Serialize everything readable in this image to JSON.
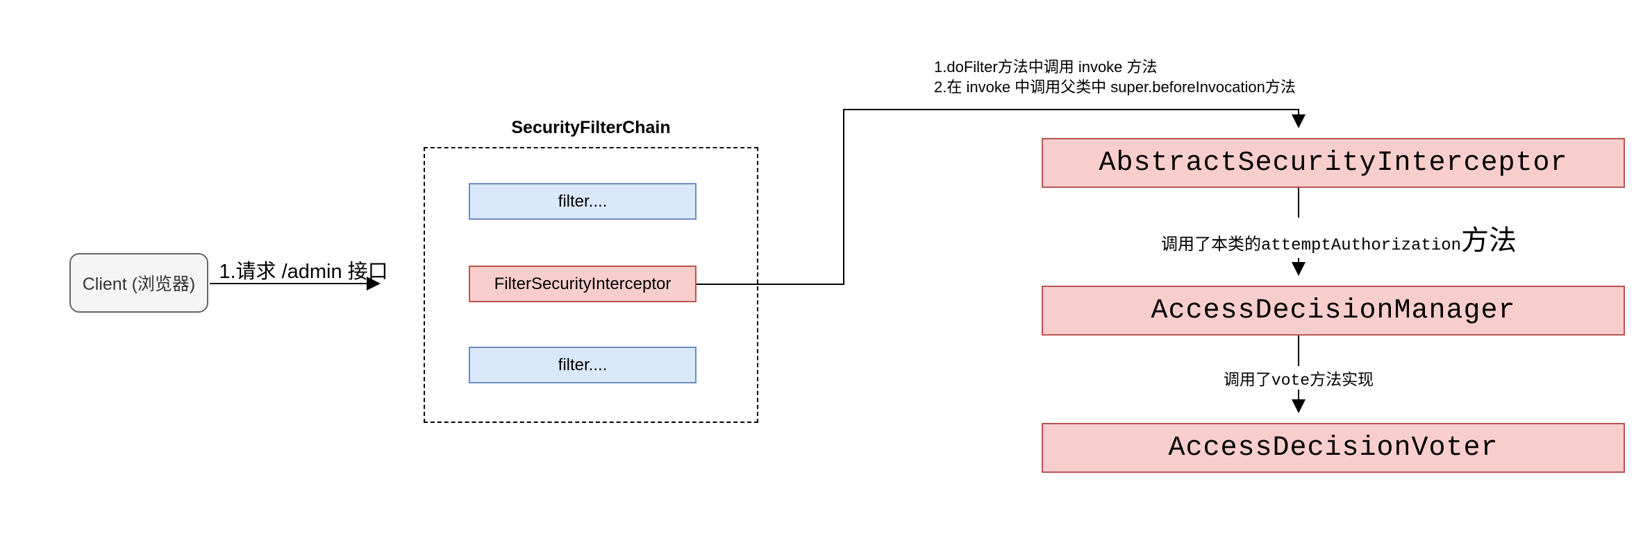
{
  "diagram": {
    "annotation": {
      "line1": "1.doFilter方法中调用 invoke 方法",
      "line2": "2.在 invoke 中调用父类中 super.beforeInvocation方法"
    },
    "client": {
      "label": "Client (浏览器)"
    },
    "request_arrow": {
      "label": "1.请求 /admin 接口"
    },
    "filter_chain": {
      "title": "SecurityFilterChain",
      "filters": [
        "filter....",
        "FilterSecurityInterceptor",
        "filter...."
      ]
    },
    "flow_boxes": [
      "AbstractSecurityInterceptor",
      "AccessDecisionManager",
      "AccessDecisionVoter"
    ],
    "labels": {
      "attempt": {
        "prefix": "调用了本类的",
        "code": "attemptAuthorization",
        "suffix": "方法"
      },
      "vote": {
        "prefix": "调用了",
        "code": "vote",
        "suffix": "方法实现"
      }
    },
    "colors": {
      "filter_fill": "#dae8fc",
      "filter_border": "#6c8ebf",
      "interceptor_fill": "#f8cecc",
      "interceptor_border": "#b85450",
      "client_fill": "#f5f5f5",
      "client_border": "#666666",
      "line": "#000000"
    }
  }
}
